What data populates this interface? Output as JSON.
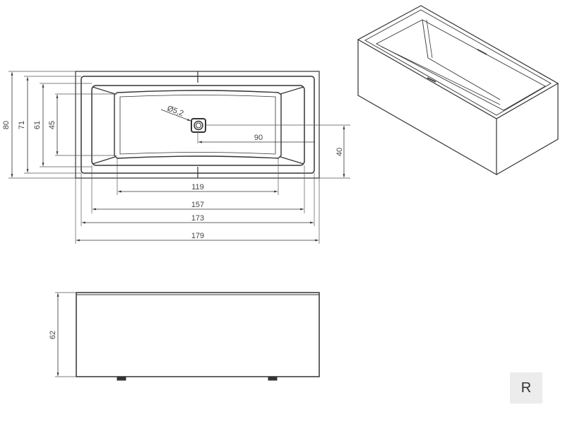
{
  "drawing": {
    "top_view": {
      "dimensions_vertical": {
        "overall_width": "80",
        "rim_width": "71",
        "basin_width": "61",
        "bottom_width": "45",
        "drain_offset": "40"
      },
      "dimensions_horizontal": {
        "bottom_length": "119",
        "basin_length": "157",
        "rim_length": "173",
        "overall_length": "179",
        "drain_distance": "90"
      },
      "drain_diameter": "Ø5,2"
    },
    "side_view": {
      "height": "62"
    },
    "badge": {
      "label": "R"
    }
  }
}
